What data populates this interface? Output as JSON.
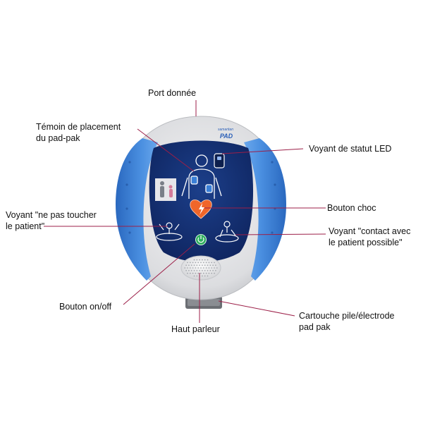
{
  "device": {
    "brand_top": "samaritan",
    "brand_main": "PAD"
  },
  "labels": {
    "port_donnee": "Port donnée",
    "temoin_line1": "Témoin de placement",
    "temoin_line2": "du pad-pak",
    "voyant_statut": "Voyant de statut LED",
    "ne_pas_line1": "Voyant \"ne pas toucher",
    "ne_pas_line2": "le patient\"",
    "bouton_choc": "Bouton choc",
    "contact_line1": "Voyant \"contact avec",
    "contact_line2": "le patient possible\"",
    "bouton_onoff": "Bouton on/off",
    "haut_parleur": "Haut parleur",
    "cartouche_line1": "Cartouche pile/électrode",
    "cartouche_line2": "pad pak"
  },
  "colors": {
    "leader": "#9c1f48",
    "panel": "#132f6e",
    "side_blue": "#3a7fd6",
    "shock_orange": "#f0662a",
    "power_green": "#2fae5e",
    "body_grey": "#e2e3e5"
  }
}
